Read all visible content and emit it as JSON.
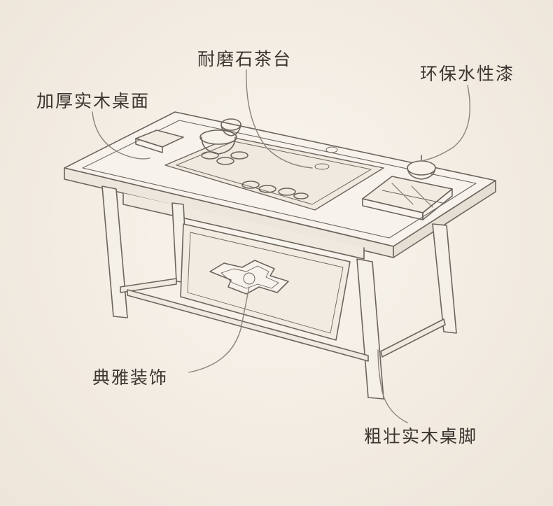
{
  "labels": {
    "top_surface": "加厚实木桌面",
    "stone_tray": "耐磨石茶台",
    "eco_paint": "环保水性漆",
    "decoration": "典雅装饰",
    "legs": "粗壮实木桌脚"
  },
  "colors": {
    "background": "#f3ede4",
    "sketch_line": "#6b655e",
    "text": "#3a3530"
  }
}
